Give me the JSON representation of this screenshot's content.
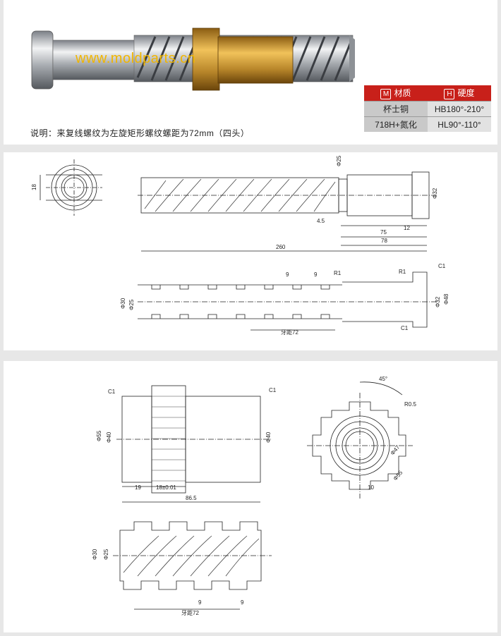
{
  "watermark": "www.moldparts.cn",
  "note": "说明：来复线螺纹为左旋矩形螺纹螺距为72mm（四头）",
  "spec_table": {
    "header": [
      {
        "badge": "M",
        "label": "材质"
      },
      {
        "badge": "H",
        "label": "硬度"
      }
    ],
    "rows": [
      {
        "material": "杯士铜",
        "hardness": "HB180°-210°"
      },
      {
        "material": "718H+氮化",
        "hardness": "HL90°-110°"
      }
    ]
  },
  "dims": {
    "flat_18": "18",
    "phi25": "Φ25",
    "phi32": "Φ32",
    "d4_5": "4.5",
    "d12": "12",
    "d75": "75",
    "d78": "78",
    "d260": "260",
    "d9": "9",
    "r1": "R1",
    "c1": "C1",
    "phi30": "Φ30",
    "phi48": "Φ48",
    "pitch72": "牙距72",
    "phi55": "Φ55",
    "phi40": "Φ40",
    "d19": "19",
    "d18": "18±0.01",
    "d86_5": "86.5",
    "ang45": "45°",
    "r0_5": "R0.5",
    "phi47": "Φ47",
    "d10": "10"
  }
}
